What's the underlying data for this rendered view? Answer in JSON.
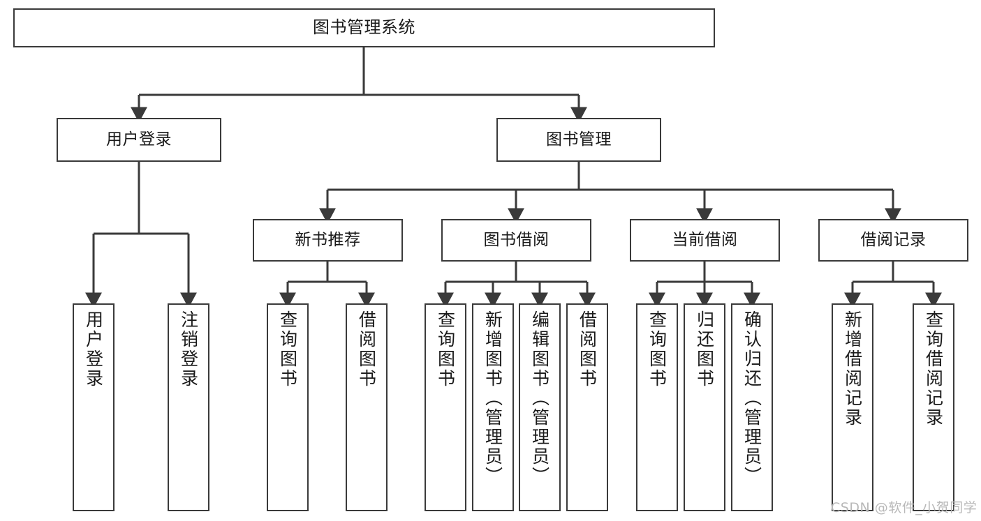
{
  "diagram": {
    "title_node": {
      "label": "图书管理系统"
    },
    "level2": [
      {
        "id": "user-login",
        "label": "用户登录"
      },
      {
        "id": "book-management",
        "label": "图书管理"
      }
    ],
    "level3": [
      {
        "id": "new-book-recommend",
        "label": "新书推荐"
      },
      {
        "id": "book-borrow",
        "label": "图书借阅"
      },
      {
        "id": "current-borrow",
        "label": "当前借阅"
      },
      {
        "id": "borrow-record",
        "label": "借阅记录"
      }
    ],
    "leaves": [
      {
        "id": "leaf-user-login",
        "label": "用户登录",
        "parent": "user-login"
      },
      {
        "id": "leaf-logout",
        "label": "注销登录",
        "parent": "user-login"
      },
      {
        "id": "leaf-query-book-1",
        "label": "查询图书",
        "parent": "new-book-recommend"
      },
      {
        "id": "leaf-borrow-book-1",
        "label": "借阅图书",
        "parent": "new-book-recommend"
      },
      {
        "id": "leaf-query-book-2",
        "label": "查询图书",
        "parent": "book-borrow"
      },
      {
        "id": "leaf-add-book",
        "label": "新增图书（管理员）",
        "parent": "book-borrow"
      },
      {
        "id": "leaf-edit-book",
        "label": "编辑图书（管理员）",
        "parent": "book-borrow"
      },
      {
        "id": "leaf-borrow-book-2",
        "label": "借阅图书",
        "parent": "book-borrow"
      },
      {
        "id": "leaf-query-book-3",
        "label": "查询图书",
        "parent": "current-borrow"
      },
      {
        "id": "leaf-return-book",
        "label": "归还图书",
        "parent": "current-borrow"
      },
      {
        "id": "leaf-confirm-return",
        "label": "确认归还（管理员）",
        "parent": "current-borrow"
      },
      {
        "id": "leaf-add-record",
        "label": "新增借阅记录",
        "parent": "borrow-record"
      },
      {
        "id": "leaf-query-record",
        "label": "查询借阅记录",
        "parent": "borrow-record"
      }
    ],
    "watermark": "CSDN @软件_小贺同学",
    "colors": {
      "stroke": "#3a3a3a",
      "background": "#ffffff",
      "text": "#1a1a1a",
      "watermark": "#b9b9b9"
    }
  }
}
